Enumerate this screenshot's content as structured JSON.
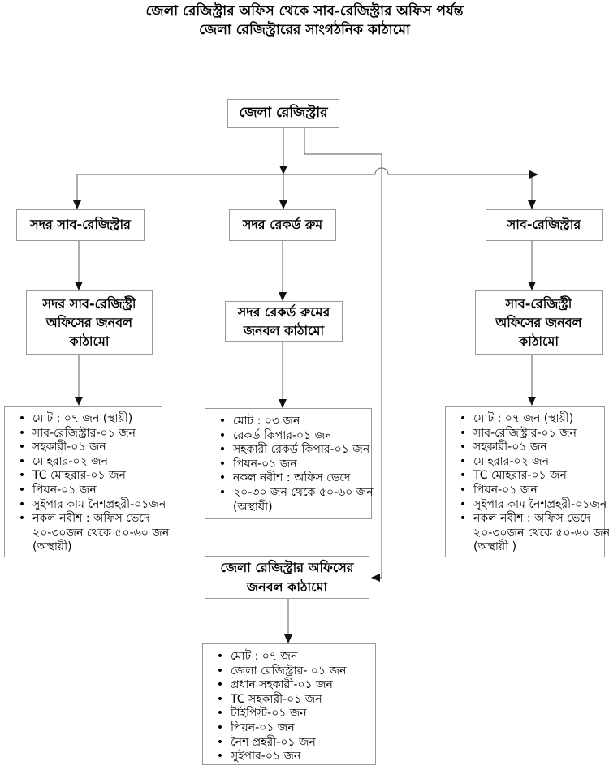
{
  "title": {
    "line1": "জেলা রেজিস্ট্রার অফিস থেকে সাব-রেজিস্ট্রার অফিস পর্যন্ত",
    "line2": "জেলা রেজিস্ট্রারের সাংগঠনিক কাঠামো"
  },
  "org": {
    "root": {
      "label": "জেলা রেজিস্ট্রার"
    },
    "left_branch": {
      "office": "সদর সাব-রেজিস্ট্রার",
      "structure": "সদর সাব-রেজিস্ট্রী\nঅফিসের জনবল\nকাঠামো",
      "staff": [
        {
          "b": true,
          "t": "মোট : ০৭ জন (স্থায়ী)"
        },
        {
          "b": true,
          "t": "সাব-রেজিস্ট্রার-০১ জন"
        },
        {
          "b": true,
          "t": "সহকারী-০১ জন"
        },
        {
          "b": true,
          "t": "মোহরার-০২ জন"
        },
        {
          "b": true,
          "t": "TC মোহরার-০১ জন"
        },
        {
          "b": true,
          "t": "পিয়ন-০১ জন"
        },
        {
          "b": true,
          "t": "সুইপার কাম নৈশপ্রহরী-০১জন"
        },
        {
          "b": true,
          "t": "নকল নবীশ : অফিস ভেদে"
        },
        {
          "b": false,
          "t": "২০-৩০জন থেকে ৫০-৬০ জন"
        },
        {
          "b": false,
          "t": "(অস্থায়ী)"
        }
      ]
    },
    "middle_branch": {
      "office": "সদর রেকর্ড রুম",
      "structure": "সদর রেকর্ড রুমের\nজনবল কাঠামো",
      "staff": [
        {
          "b": true,
          "t": "মোট : ০৩ জন"
        },
        {
          "b": true,
          "t": "রেকর্ড কিপার-০১ জন"
        },
        {
          "b": true,
          "t": "সহকারী রেকর্ড কিপার-০১ জন"
        },
        {
          "b": true,
          "t": "পিয়ন-০১ জন"
        },
        {
          "b": true,
          "t": "নকল নবীশ : অফিস ভেদে"
        },
        {
          "b": true,
          "t": "২০-৩০ জন থেকে ৫০-৬০ জন"
        },
        {
          "b": false,
          "t": "(অস্থায়ী)"
        }
      ]
    },
    "right_branch": {
      "office": "সাব-রেজিস্ট্রার",
      "structure": "সাব-রেজিস্ট্রী\nঅফিসের জনবল\nকাঠামো",
      "staff": [
        {
          "b": true,
          "t": "মোট : ০৭ জন (স্থায়ী)"
        },
        {
          "b": true,
          "t": "সাব-রেজিস্ট্রার-০১ জন"
        },
        {
          "b": true,
          "t": "সহকারী-০১ জন"
        },
        {
          "b": true,
          "t": "মোহরার-০২ জন"
        },
        {
          "b": true,
          "t": "TC মোহরার-০১ জন"
        },
        {
          "b": true,
          "t": "পিয়ন-০১ জন"
        },
        {
          "b": true,
          "t": "সুইপার কাম নৈশপ্রহরী-০১জন"
        },
        {
          "b": true,
          "t": "নকল নবীশ : অফিস ভেদে"
        },
        {
          "b": false,
          "t": "২০-৩০জন থেকে ৫০-৬০ জন"
        },
        {
          "b": false,
          "t": "(অস্থায়ী )"
        }
      ]
    },
    "district_office": {
      "structure": "জেলা রেজিস্ট্রার অফিসের\nজনবল কাঠামো",
      "staff": [
        {
          "b": true,
          "t": "মোট : ০৭ জন"
        },
        {
          "b": true,
          "t": "জেলা রেজিস্ট্রার- ০১ জন"
        },
        {
          "b": true,
          "t": "প্রধান সহকারী-০১ জন"
        },
        {
          "b": true,
          "t": "TC সহকারী-০১ জন"
        },
        {
          "b": true,
          "t": "টাইপিস্ট-০১ জন"
        },
        {
          "b": true,
          "t": "পিয়ন-০১ জন"
        },
        {
          "b": true,
          "t": "নৈশ প্রহরী-০১ জন"
        },
        {
          "b": true,
          "t": "সুইপার-০১ জন"
        }
      ]
    }
  },
  "colors": {
    "background": "#ffffff",
    "text": "#000000",
    "box_border": "#999999",
    "connector_line": "#777777",
    "arrowhead": "#111111"
  }
}
